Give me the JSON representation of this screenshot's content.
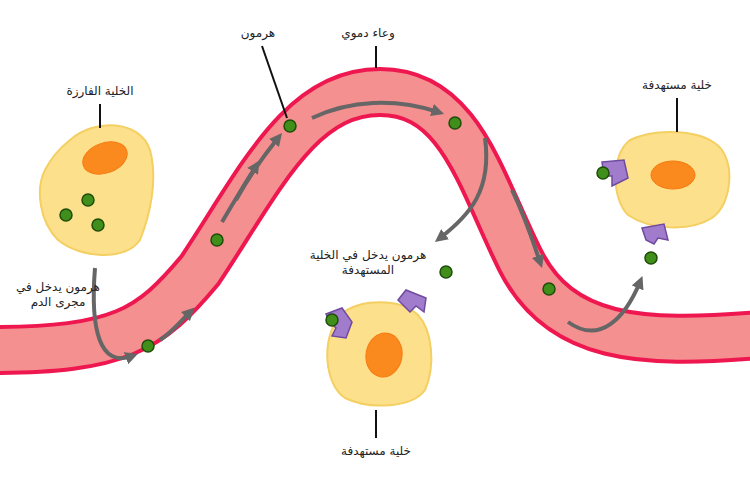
{
  "diagram": {
    "labels": [
      "الخلية الفارزة",
      "هرمون",
      "وعاء دموي",
      "خلية مستهدفة",
      "هرمون يدخل في مجرى الدم",
      "هرمون يدخل في الخلية المستهدفة",
      "خلية مستهدفة"
    ]
  }
}
